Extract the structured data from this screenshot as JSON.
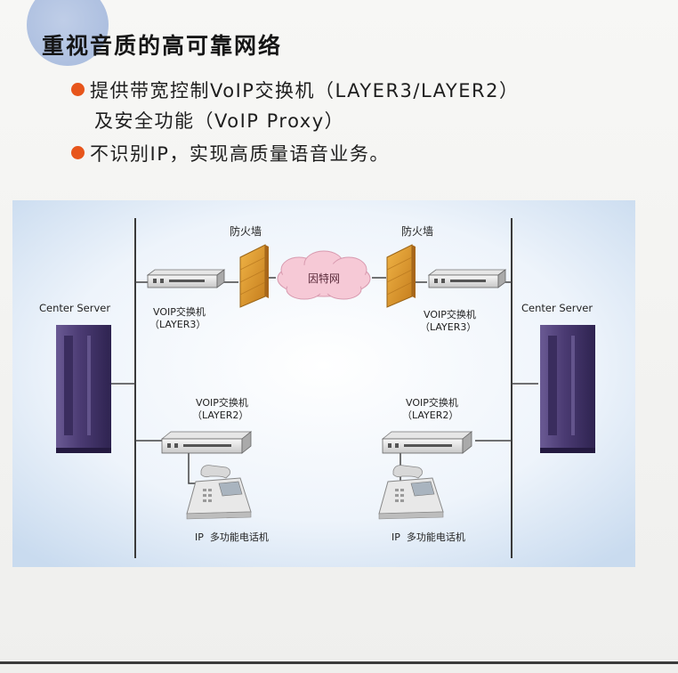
{
  "title": "重视音质的高可靠网络",
  "bullets": {
    "b1_line1": "提供带宽控制VoIP交换机（LAYER3/LAYER2）",
    "b1_line2": "及安全功能（VoIP Proxy）",
    "b2": "不识别IP，实现高质量语音业务。"
  },
  "diagram": {
    "firewall_left": "防火墙",
    "firewall_right": "防火墙",
    "internet": "因特网",
    "server_left": "Center Server",
    "server_right": "Center Server",
    "switch_l3_left_line1": "VOIP交换机",
    "switch_l3_left_line2": "（LAYER3）",
    "switch_l3_right_line1": "VOIP交换机",
    "switch_l3_right_line2": "（LAYER3）",
    "switch_l2_left_line1": "VOIP交换机",
    "switch_l2_left_line2": "（LAYER2）",
    "switch_l2_right_line1": "VOIP交换机",
    "switch_l2_right_line2": "（LAYER2）",
    "phone_left": "IP  多功能电话机",
    "phone_right": "IP  多功能电话机"
  },
  "colors": {
    "bullet": "#e7551b",
    "server": "#4a3a72",
    "firewall": "#d9962a",
    "cloud": "#f6c9d6"
  }
}
